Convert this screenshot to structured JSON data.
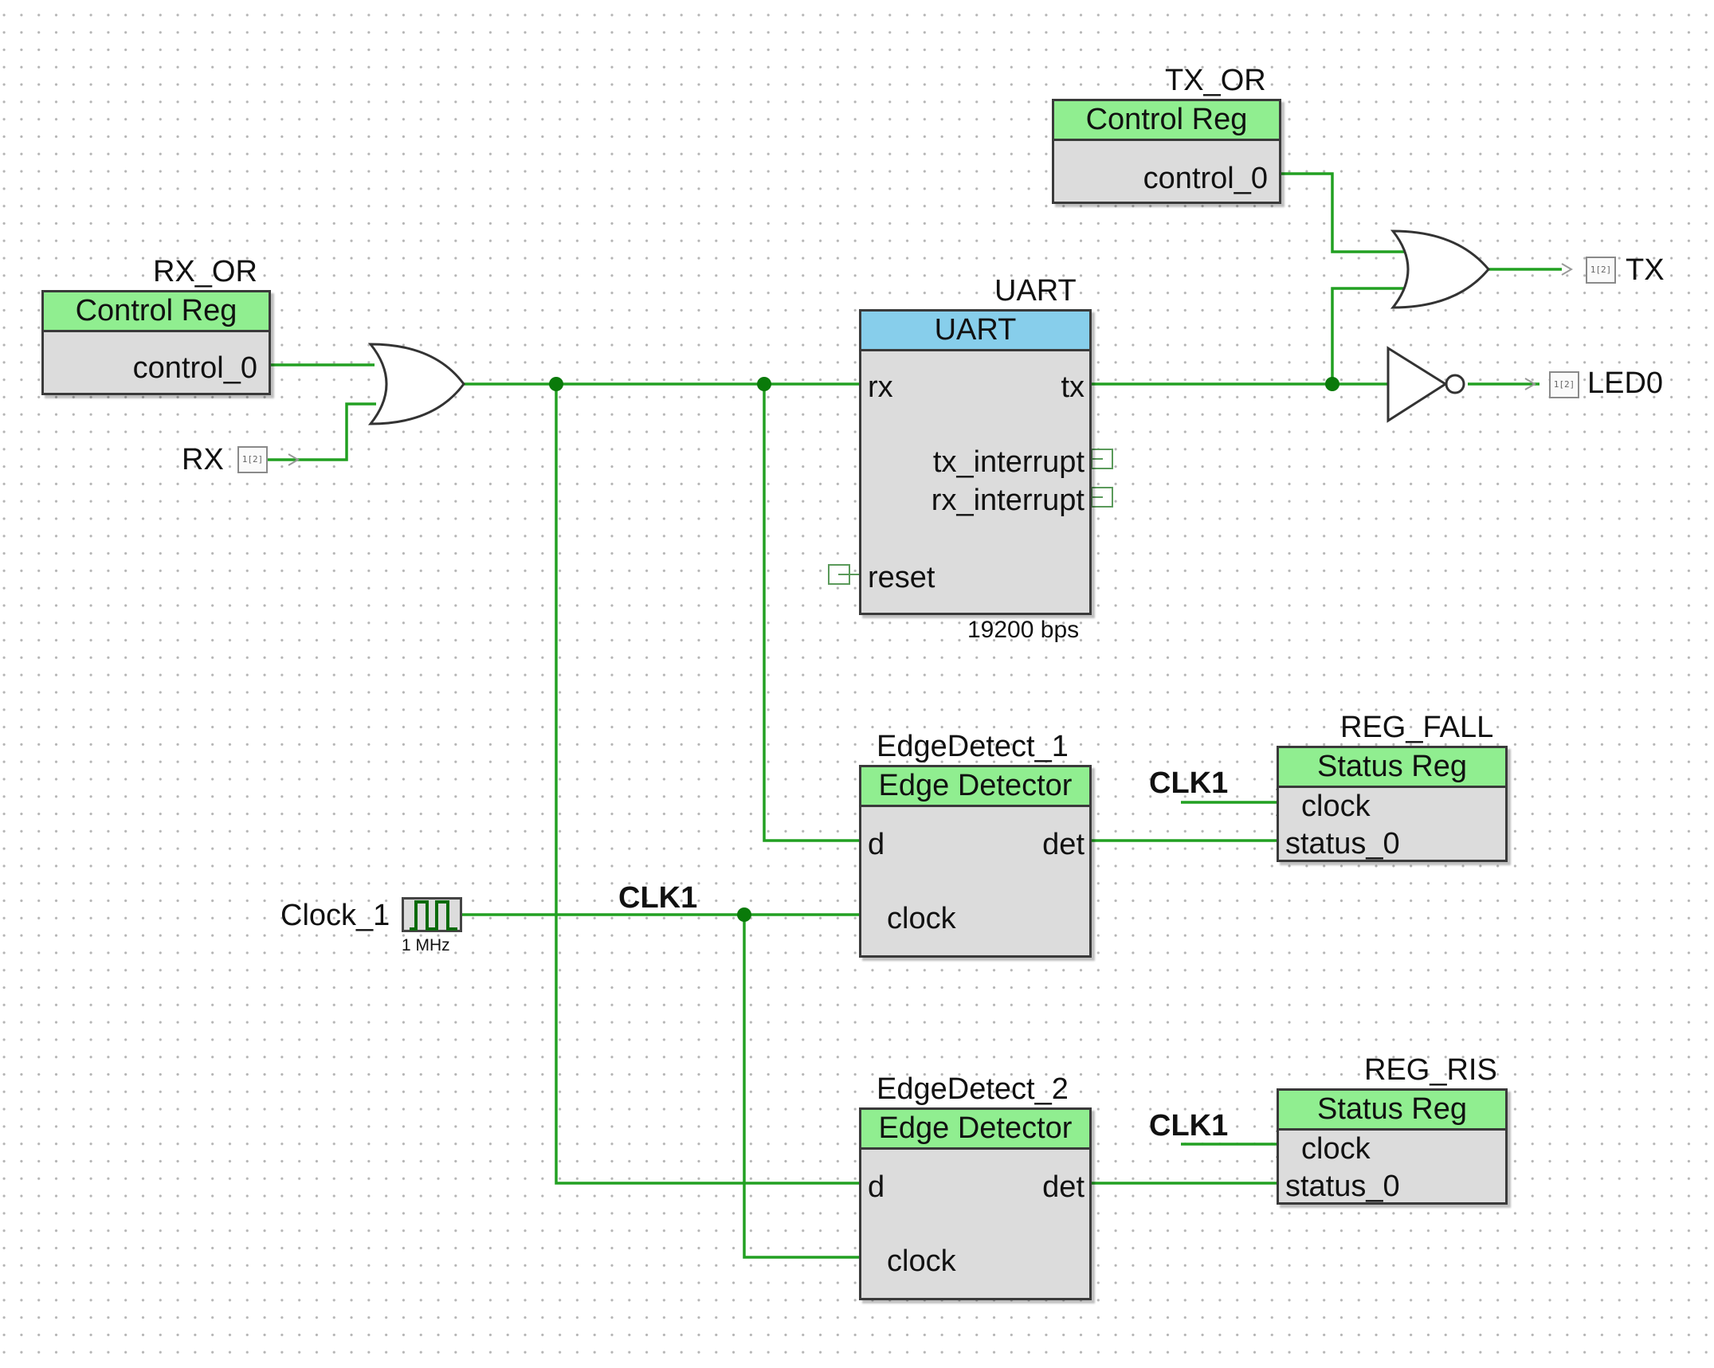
{
  "colors": {
    "wire": "#22a022",
    "junction": "#0a7a0a",
    "component_body": "#dcdcdc",
    "header_green": "#90ee90",
    "header_blue": "#87ceeb"
  },
  "components": {
    "tx_or": {
      "instance": "TX_OR",
      "type": "Control Reg",
      "pin": "control_0"
    },
    "rx_or": {
      "instance": "RX_OR",
      "type": "Control Reg",
      "pin": "control_0"
    },
    "uart": {
      "instance": "UART",
      "type": "UART",
      "pins": {
        "rx": "rx",
        "tx": "tx",
        "tx_interrupt": "tx_interrupt",
        "rx_interrupt": "rx_interrupt",
        "reset": "reset"
      },
      "param": "19200 bps"
    },
    "edge1": {
      "instance": "EdgeDetect_1",
      "type": "Edge Detector",
      "pins": {
        "d": "d",
        "det": "det",
        "clock": "clock"
      }
    },
    "edge2": {
      "instance": "EdgeDetect_2",
      "type": "Edge Detector",
      "pins": {
        "d": "d",
        "det": "det",
        "clock": "clock"
      }
    },
    "reg_fall": {
      "instance": "REG_FALL",
      "type": "Status Reg",
      "pins": {
        "clock": "clock",
        "status": "status_0"
      }
    },
    "reg_ris": {
      "instance": "REG_RIS",
      "type": "Status Reg",
      "pins": {
        "clock": "clock",
        "status": "status_0"
      }
    },
    "clock": {
      "instance": "Clock_1",
      "freq": "1 MHz"
    }
  },
  "ports": {
    "rx": "RX",
    "tx": "TX",
    "led": "LED0"
  },
  "net_labels": {
    "clk_main": "CLK1",
    "clk_fall": "CLK1",
    "clk_ris": "CLK1"
  },
  "icons": [
    "or-gate-icon",
    "not-gate-icon",
    "pin-terminal-icon",
    "clock-waveform-icon"
  ]
}
